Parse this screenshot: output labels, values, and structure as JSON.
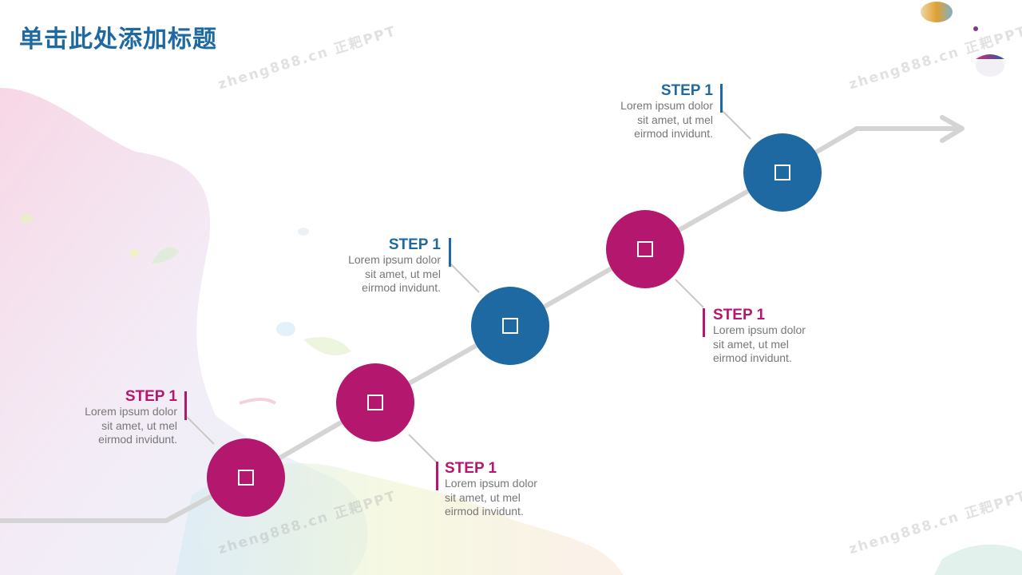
{
  "slide": {
    "title": "单击此处添加标题",
    "watermark_text": "zheng888.cn 正耙PPT"
  },
  "colors": {
    "blue": "#1f69a3",
    "magenta": "#b3186e",
    "line": "#d4d4d4",
    "text_gray": "#777777"
  },
  "steps": [
    {
      "heading": "STEP 1",
      "line1": "Lorem ipsum dolor",
      "line2": "sit amet, ut mel",
      "line3": "eirmod invidunt.",
      "color": "magenta",
      "icon": "square-icon"
    },
    {
      "heading": "STEP 1",
      "line1": "Lorem ipsum dolor",
      "line2": "sit amet, ut mel",
      "line3": "eirmod invidunt.",
      "color": "magenta",
      "icon": "square-icon"
    },
    {
      "heading": "STEP 1",
      "line1": "Lorem ipsum dolor",
      "line2": "sit amet, ut mel",
      "line3": "eirmod invidunt.",
      "color": "blue",
      "icon": "square-icon"
    },
    {
      "heading": "STEP 1",
      "line1": "Lorem ipsum dolor",
      "line2": "sit amet, ut mel",
      "line3": "eirmod invidunt.",
      "color": "magenta",
      "icon": "square-icon"
    },
    {
      "heading": "STEP 1",
      "line1": "Lorem ipsum dolor",
      "line2": "sit amet, ut mel",
      "line3": "eirmod invidunt.",
      "color": "blue",
      "icon": "square-icon"
    }
  ]
}
